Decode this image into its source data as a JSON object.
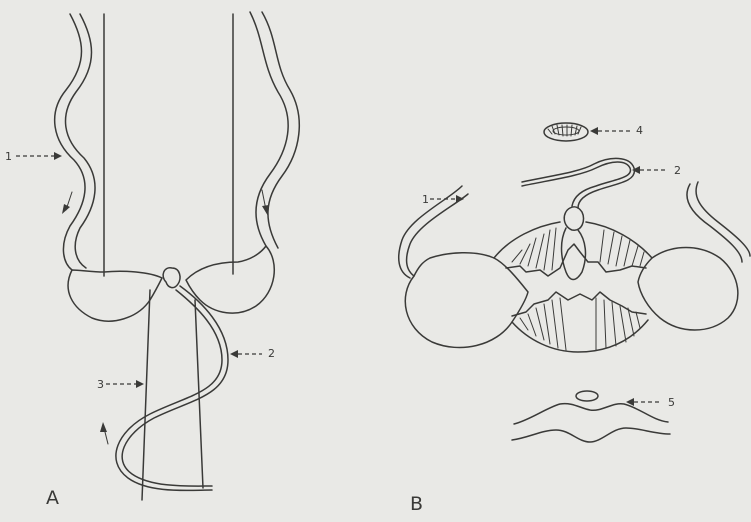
{
  "panels": [
    {
      "letter": "A"
    },
    {
      "letter": "B"
    }
  ],
  "labels": {
    "a1": "1",
    "a2": "2",
    "a3": "3",
    "b1": "1",
    "b2": "2",
    "b4": "4",
    "b5": "5"
  },
  "colors": {
    "background": "#e9e9e6",
    "ink": "#3a3a38"
  }
}
